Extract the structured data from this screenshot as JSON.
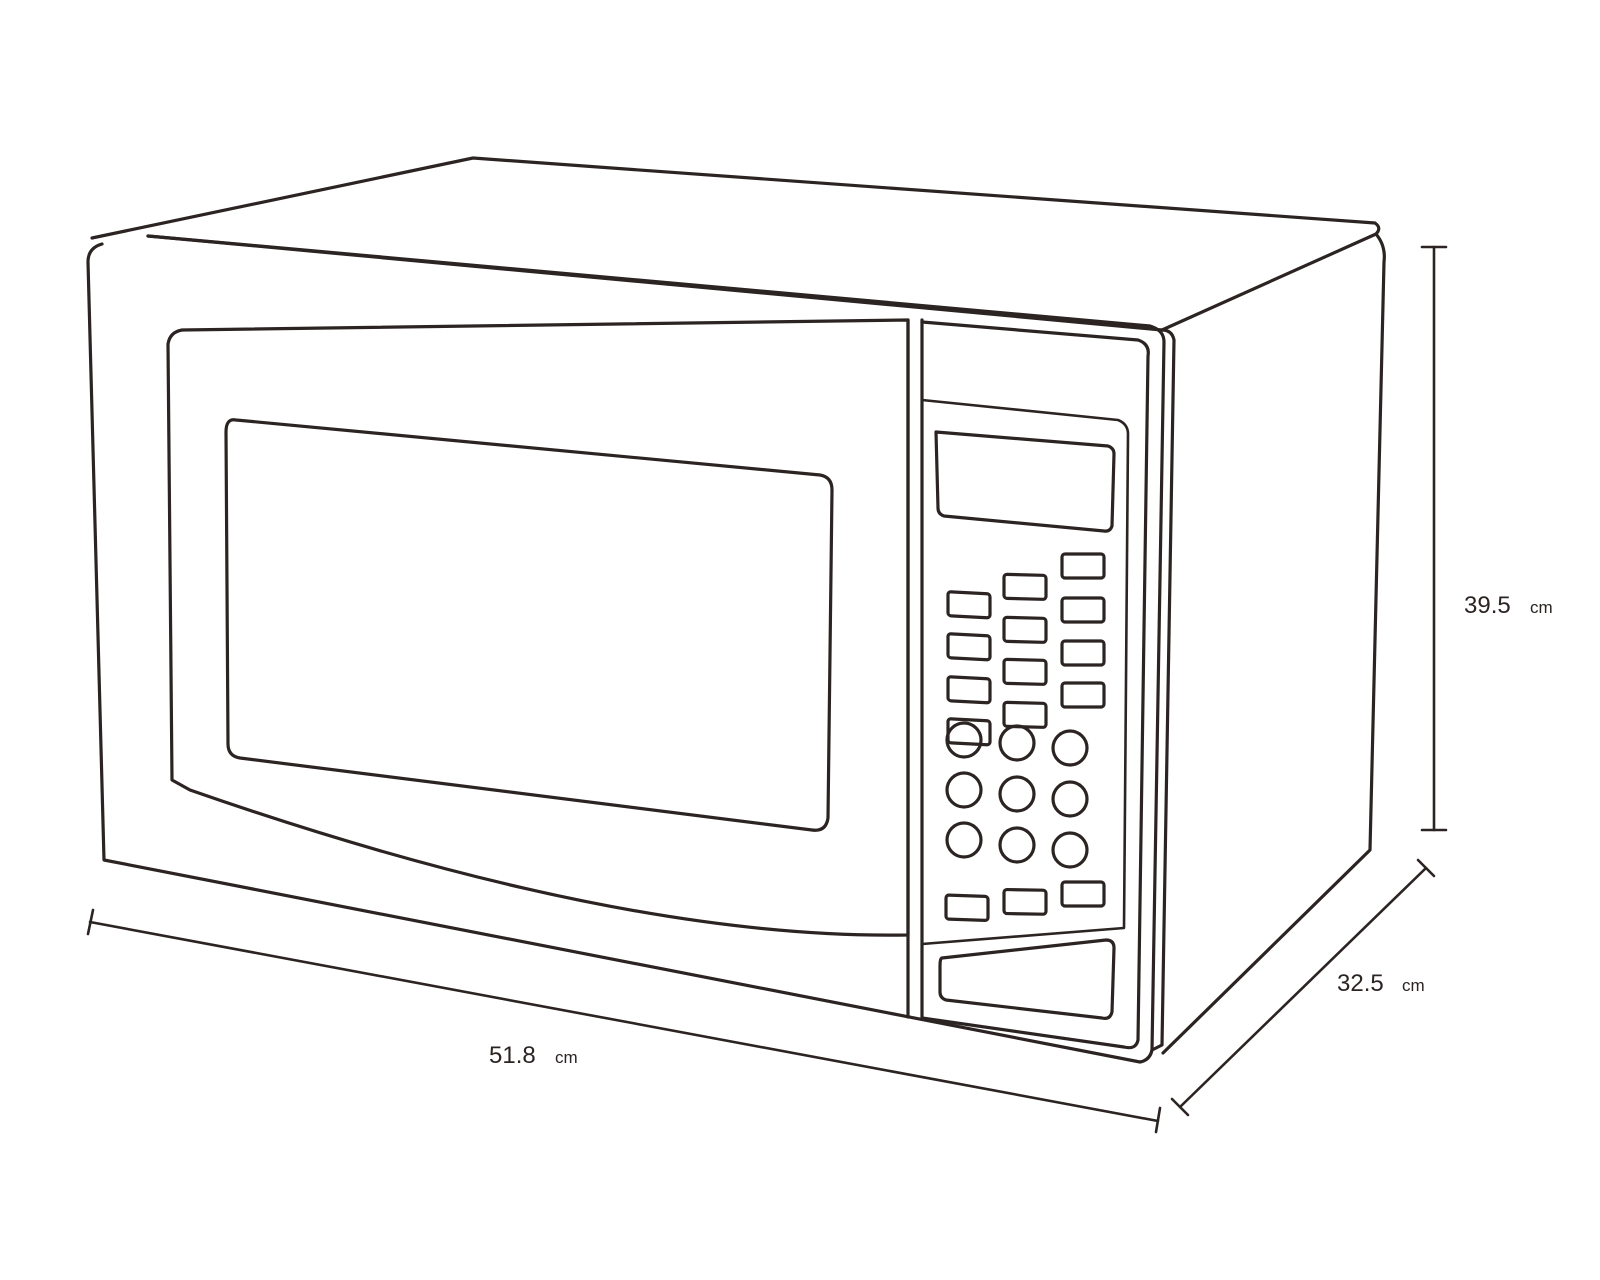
{
  "dimensions": {
    "width": {
      "value": "51.8",
      "unit": "cm"
    },
    "depth": {
      "value": "32.5",
      "unit": "cm"
    },
    "height": {
      "value": "39.5",
      "unit": "cm"
    }
  },
  "colors": {
    "line": "#2b2422",
    "background": "#ffffff"
  },
  "icons": [
    "microwave-oven-outline"
  ]
}
